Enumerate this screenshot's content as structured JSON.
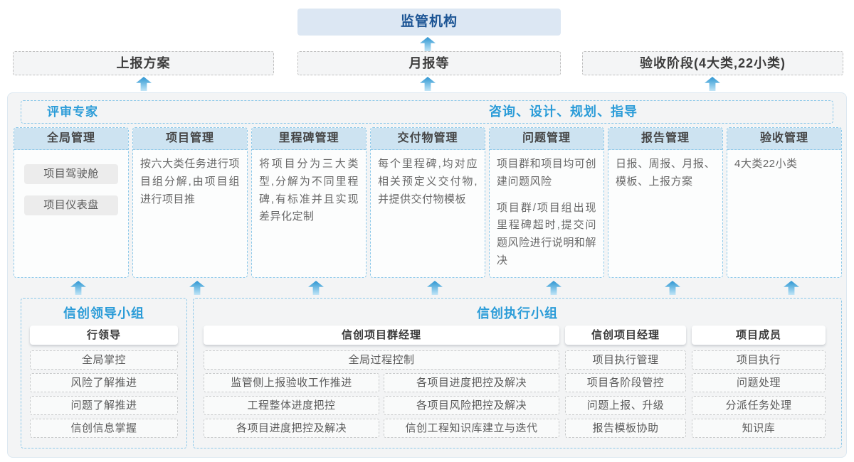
{
  "colors": {
    "accent_blue": "#2b9cd8",
    "navy_title": "#1b5494",
    "column_header_bg": "#cde3f1",
    "regulator_bg": "#dce7f3",
    "container_bg": "#f3f4f5",
    "arrow_blue": "#2d95d2"
  },
  "top": {
    "regulator": "监管机构"
  },
  "outputs": {
    "items": [
      "上报方案",
      "月报等",
      "验收阶段(4大类,22小类)"
    ]
  },
  "platform": {
    "left_header": "评审专家",
    "right_header": "咨询、设计、规划、指导",
    "columns": [
      {
        "title": "全局管理",
        "pills": [
          "项目驾驶舱",
          "项目仪表盘"
        ]
      },
      {
        "title": "项目管理",
        "text": [
          "按六大类任务进行项目组分解,由项目组进行项目推"
        ]
      },
      {
        "title": "里程碑管理",
        "text": [
          "将项目分为三大类型,分解为不同里程碑,有标准并且实现差异化定制"
        ]
      },
      {
        "title": "交付物管理",
        "text": [
          "每个里程碑,均对应相关预定义交付物,并提供交付物模板"
        ]
      },
      {
        "title": "问题管理",
        "text": [
          "项目群和项目均可创建问题风险",
          "项目群/项目组出现里程碑超时,提交问题风险进行说明和解决"
        ]
      },
      {
        "title": "报告管理",
        "text": [
          "日报、周报、月报、模板、上报方案"
        ]
      },
      {
        "title": "验收管理",
        "text": [
          "4大类22小类"
        ]
      }
    ]
  },
  "teams": {
    "leader": {
      "title": "信创领导小组",
      "role": "行领导",
      "items": [
        "全局掌控",
        "风险了解推进",
        "问题了解推进",
        "信创信息掌握"
      ]
    },
    "executor": {
      "title": "信创执行小组",
      "program_manager": {
        "role": "信创项目群经理",
        "full_item": "全局过程控制",
        "left_items": [
          "监管侧上报验收工作推进",
          "工程整体进度把控",
          "各项目进度把控及解决"
        ],
        "right_items": [
          "各项目进度把控及解决",
          "各项目风险把控及解决",
          "信创工程知识库建立与迭代"
        ]
      },
      "project_manager": {
        "role": "信创项目经理",
        "items": [
          "项目执行管理",
          "项目各阶段管控",
          "问题上报、升级",
          "报告模板协助"
        ]
      },
      "members": {
        "role": "项目成员",
        "items": [
          "项目执行",
          "问题处理",
          "分派任务处理",
          "知识库"
        ]
      }
    }
  }
}
